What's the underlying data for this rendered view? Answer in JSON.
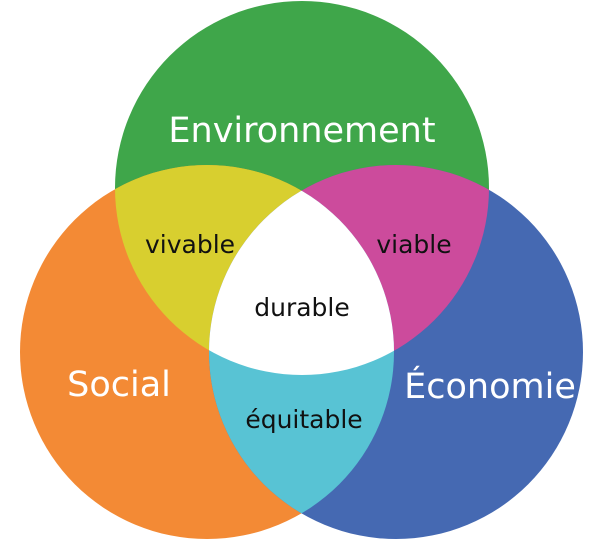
{
  "diagram": {
    "sets": {
      "environment": {
        "label": "Environnement",
        "color": "#3fa64a"
      },
      "social": {
        "label": "Social",
        "color": "#f38a35"
      },
      "economy": {
        "label": "Économie",
        "color": "#4569b2"
      }
    },
    "intersections": {
      "environment_social": {
        "label": "vivable",
        "color": "#d8cf2f"
      },
      "environment_economy": {
        "label": "viable",
        "color": "#cc4b9c"
      },
      "social_economy": {
        "label": "équitable",
        "color": "#58c3d4"
      },
      "all": {
        "label": "durable",
        "color": "#ffffff"
      }
    }
  }
}
